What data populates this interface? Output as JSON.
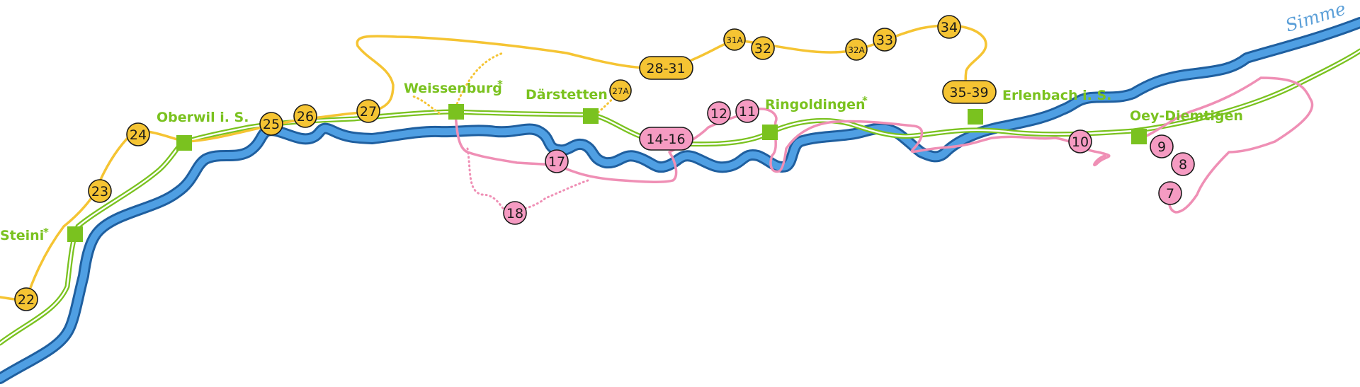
{
  "map": {
    "river": {
      "label": "Simme"
    },
    "colors": {
      "river": "#4f9fe3",
      "river_outline": "#1f5f9f",
      "rail": "#7ac21f",
      "yellow_route": "#f5c433",
      "pink_route": "#ef8fb5"
    },
    "stations": [
      {
        "name": "Steini",
        "star": true
      },
      {
        "name": "Oberwil i. S.",
        "star": false
      },
      {
        "name": "Weissenburg",
        "star": true
      },
      {
        "name": "Därstetten",
        "star": false
      },
      {
        "name": "Ringoldingen",
        "star": true
      },
      {
        "name": "Erlenbach i. S.",
        "star": false
      },
      {
        "name": "Oey-Diemtigen",
        "star": false
      }
    ],
    "star_symbol": "*",
    "yellow_markers": [
      "22",
      "23",
      "24",
      "25",
      "26",
      "27",
      "27A",
      "28-31",
      "31A",
      "32",
      "32A",
      "33",
      "34",
      "35-39"
    ],
    "pink_markers": [
      "7",
      "8",
      "9",
      "10",
      "11",
      "12",
      "14-16",
      "17",
      "18"
    ]
  }
}
